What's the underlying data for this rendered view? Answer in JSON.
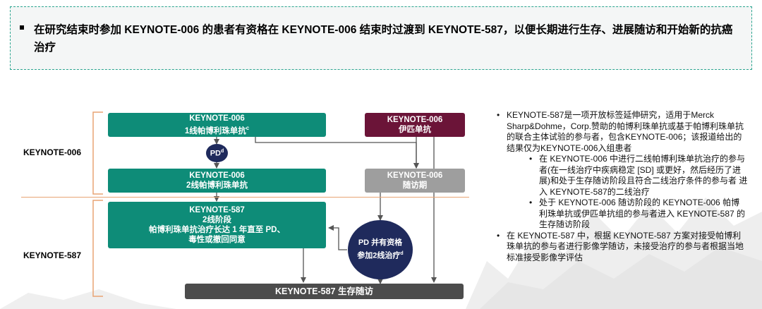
{
  "header": {
    "text": "在研究结束时参加 KEYNOTE-006 的患者有资格在 KEYNOTE-006 结束时过渡到 KEYNOTE-587，以便长期进行生存、进展随访和开始新的抗癌治疗"
  },
  "diagram": {
    "phase_1_label": "KEYNOTE-006",
    "phase_2_label": "KEYNOTE-587",
    "box_pembro_first": {
      "line1": "KEYNOTE-006",
      "line2": "1线帕博利珠单抗",
      "sup": "c"
    },
    "box_ipi": {
      "line1": "KEYNOTE-006",
      "line2": "伊匹单抗"
    },
    "pd_circle": {
      "text": "PD",
      "sup": "d"
    },
    "box_pembro_second": {
      "line1": "KEYNOTE-006",
      "line2": "2线帕博利珠单抗"
    },
    "box_followup": {
      "line1": "KEYNOTE-006",
      "line2": "随访期"
    },
    "box_587_second": {
      "line1": "KEYNOTE-587",
      "line2": "2线阶段",
      "line3": "帕博利珠单抗治疗长达 1 年直至 PD、",
      "line4": "毒性或撤回同意"
    },
    "circle_eligible": {
      "line1": "PD 并有资格",
      "line2": "参加2线治疗",
      "sup": "d"
    },
    "bar_survival": "KEYNOTE-587 生存随访"
  },
  "notes": {
    "bullet1": "KEYNOTE-587是一项开放标签延伸研究，适用于Merck Sharp&Dohme，Corp.赞助的帕博利珠单抗或基于帕博利珠单抗的联合主体试验的参与者，包含KEYNOTE-006；该报道给出的结果仅为KEYNOTE-006入组患者",
    "sub1": "在 KEYNOTE-006 中进行二线帕博利珠单抗治疗的参与者(在一线治疗中疾病稳定 [SD] 或更好，然后经历了进展)和处于生存随访阶段且符合二线治疗条件的参与者 进入 KEYNOTE-587的二线治疗",
    "sub2": "处于 KEYNOTE-006 随访阶段的 KEYNOTE-006 帕博利珠单抗或伊匹单抗组的参与者进入 KEYNOTE-587 的生存随访阶段",
    "bullet2": "在 KEYNOTE-587 中，根据 KEYNOTE-587 方案对接受帕博利珠单抗的参与者进行影像学随访，未接受治疗的参与者根据当地标准接受影像学评估"
  },
  "colors": {
    "teal": "#0e8c78",
    "maroon": "#6b1438",
    "gray": "#9e9e9e",
    "dark_bar": "#4c4c4c",
    "navy_circle": "#1f2a5c",
    "divider_orange": "#e8a474",
    "header_border": "#2aa58f"
  }
}
